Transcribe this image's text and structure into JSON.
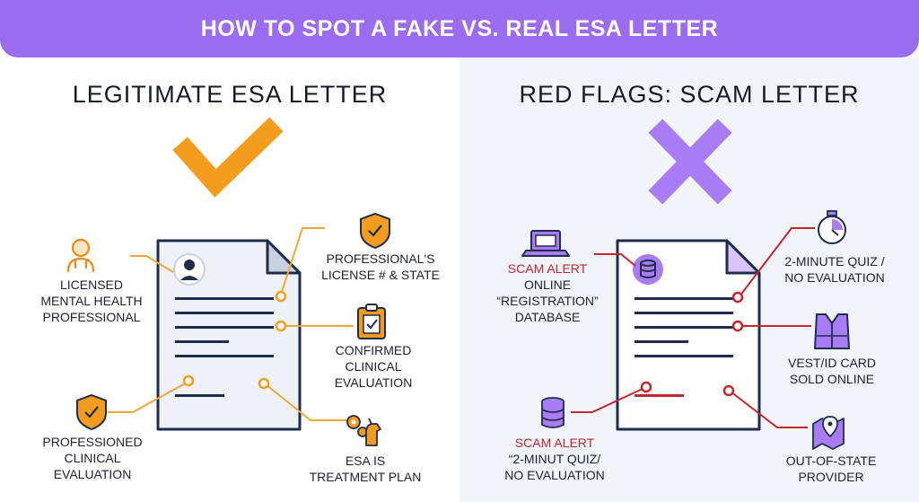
{
  "banner": {
    "title": "HOW TO SPOT A FAKE VS. REAL ESA LETTER"
  },
  "left": {
    "heading": "LEGITIMATE ESA LETTER",
    "labels": {
      "licensed": [
        "LICENSED",
        "MENTAL HEALTH",
        "PROFESSIONAL"
      ],
      "professionals_license": [
        "PROFESSIONAL'S",
        "LICENSE # & STATE"
      ],
      "confirmed": [
        "CONFIRMED",
        "CLINICAL",
        "EVALUATION"
      ],
      "professioned": [
        "PROFESSIONED",
        "CLINICAL",
        "EVALUATION"
      ],
      "treatment": [
        "ESA IS",
        "TREATMENT PLAN"
      ]
    }
  },
  "right": {
    "heading": "RED FLAGS: SCAM LETTER",
    "labels": {
      "registration_alert": "SCAM ALERT",
      "registration": [
        "ONLINE",
        "“REGISTRATION”",
        "DATABASE"
      ],
      "quiz": [
        "2-MINUTE QUIZ /",
        "NO EVALUATION"
      ],
      "vest": [
        "VEST/ID CARD",
        "SOLD ONLINE"
      ],
      "quiz_alert": "SCAM ALERT",
      "quiz2": [
        "“2-MINUT QUIZ/",
        "NO EVALUATION"
      ],
      "provider": [
        "OUT-OF-STATE",
        "PROVIDER"
      ]
    }
  },
  "colors": {
    "banner": "#9b6cf0",
    "orange": "#f39c1e",
    "purple": "#a97cf5",
    "red": "#c2262e",
    "navy": "#1f2d4d",
    "paper_left": "#eef1f7",
    "paper_right": "#ffffff",
    "right_bg": "#f1f4f9"
  }
}
